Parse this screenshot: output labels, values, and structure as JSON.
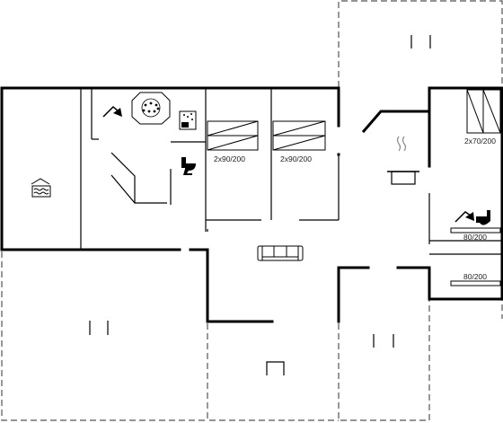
{
  "floor_plan": {
    "bed_labels": {
      "bedroom_1": "2x90/200",
      "bedroom_2": "2x90/200",
      "bedroom_3": "2x70/200",
      "bedroom_4": "80/200",
      "bedroom_5": "80/200"
    },
    "icons": [
      "pool-icon",
      "shower-icon",
      "whirlpool-icon",
      "sauna-icon",
      "toilet-icon",
      "kitchen-pot-icon",
      "sofa-icon",
      "shower-icon",
      "toilet-icon",
      "terrace-icon",
      "carport-icon"
    ],
    "colors": {
      "wall": "#000000",
      "dashed_outline": "#555555",
      "background": "#ffffff"
    }
  }
}
